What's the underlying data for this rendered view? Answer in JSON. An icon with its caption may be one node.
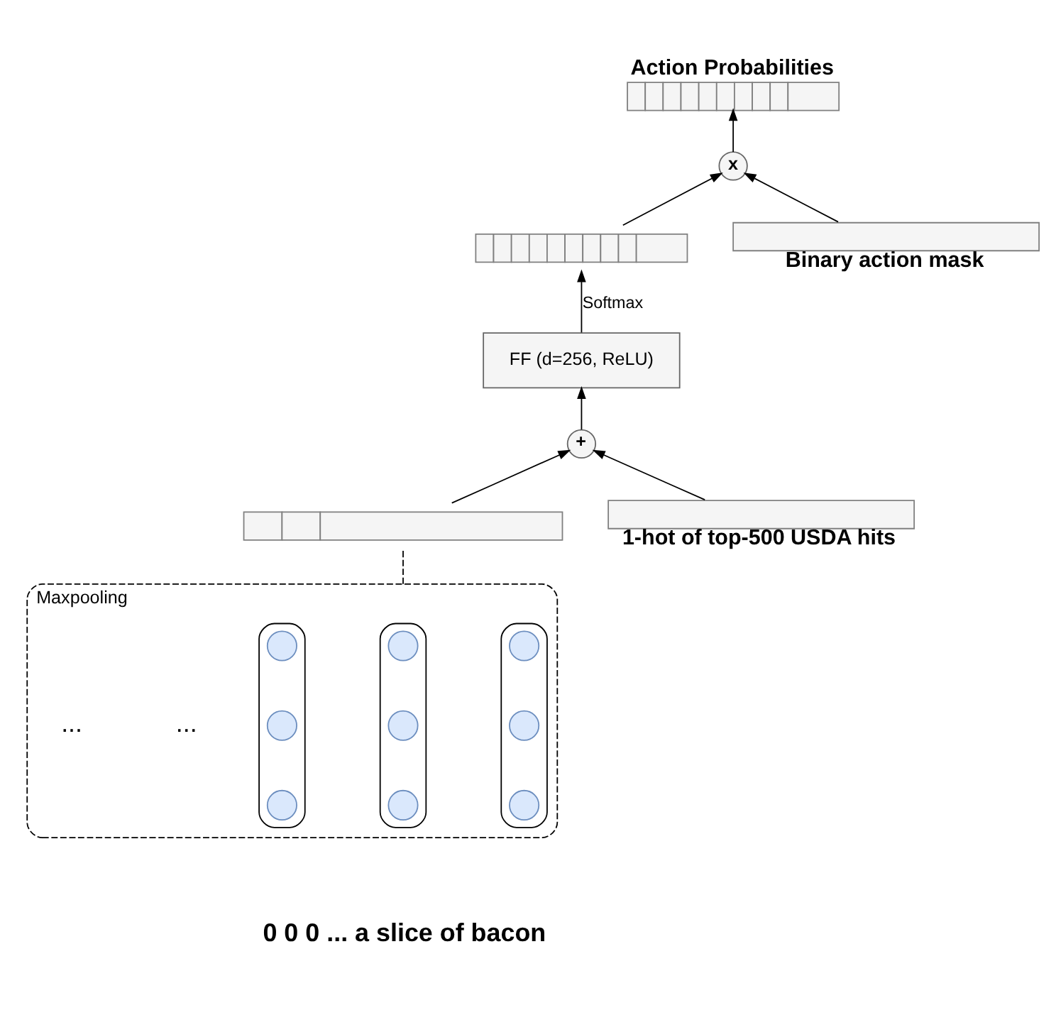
{
  "diagram": {
    "nodes": [
      {
        "text": [
          "Action Probabilities"
        ]
      },
      {
        "text": [
          "x"
        ]
      },
      {
        "text": [],
        "shape": "bar"
      },
      {
        "text": [
          "Binary action mask"
        ]
      },
      {
        "text": [
          "FF (d=256, ReLU)"
        ]
      },
      {
        "text": [
          "+"
        ]
      },
      {
        "text": [],
        "shape": "bar"
      },
      {
        "text": [
          "1-hot of top-500 USDA hits"
        ]
      },
      {
        "text": [
          "Maxpooling"
        ],
        "beside": [
          "0 0 0 ... a slice of bacon"
        ]
      },
      {
        "text": [],
        "shape": "box",
        "in": 8
      },
      {
        "text": [],
        "shape": "box",
        "in": 8
      },
      {
        "text": [],
        "shape": "box",
        "in": 8
      },
      {
        "text": [],
        "shape": "circle",
        "in": 9
      },
      {
        "text": [],
        "shape": "circle",
        "in": 9
      },
      {
        "text": [],
        "shape": "circle",
        "in": 9
      },
      {
        "text": [],
        "shape": "circle",
        "in": 10
      },
      {
        "text": [],
        "shape": "circle",
        "in": 10
      },
      {
        "text": [],
        "shape": "circle",
        "in": 10
      },
      {
        "text": [],
        "shape": "circle",
        "in": 11
      },
      {
        "text": [],
        "shape": "circle",
        "in": 11
      },
      {
        "text": [],
        "shape": "circle",
        "in": 11
      }
    ],
    "edges": [
      {
        "from": 6,
        "to": 5,
        "arrow": "to"
      },
      {
        "from": 7,
        "to": 5,
        "arrow": "to"
      },
      {
        "from": 5,
        "to": 4,
        "arrow": "to"
      },
      {
        "from": 4,
        "to": 2,
        "arrow": "to",
        "label": "Softmax"
      },
      {
        "from": 2,
        "to": 1,
        "arrow": "to"
      },
      {
        "from": 3,
        "to": 1,
        "arrow": "to"
      },
      {
        "from": 1,
        "to": 0,
        "arrow": "to"
      },
      {
        "from": 8,
        "to": 6,
        "arrow": "none",
        "style": "dashed"
      }
    ],
    "labels": [
      "...",
      "..."
    ]
  }
}
